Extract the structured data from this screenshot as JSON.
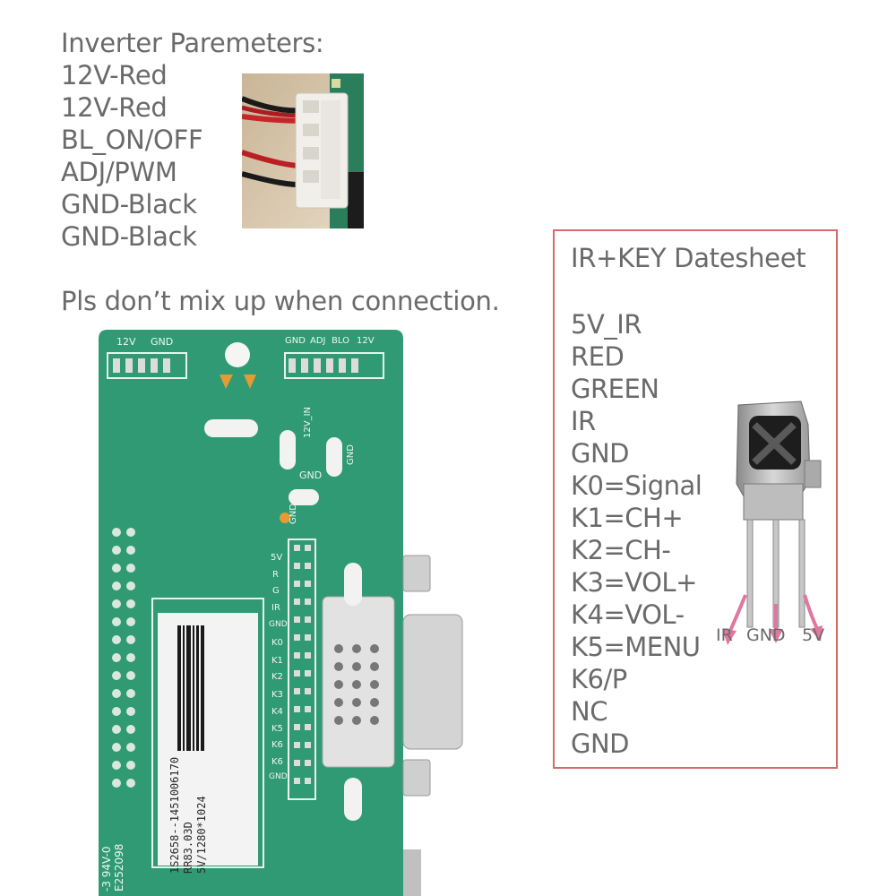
{
  "inverter": {
    "title": "Inverter Paremeters:",
    "pins": [
      "12V-Red",
      "12V-Red",
      "BL_ON/OFF",
      "ADJ/PWM",
      "GND-Black",
      "GND-Black"
    ]
  },
  "note": "Pls don’t mix up when connection.",
  "board": {
    "top_left_labels": [
      "12V",
      "GND"
    ],
    "top_right_labels": [
      "GND",
      "ADJ",
      "BLO",
      "12V"
    ],
    "mid_labels": [
      "12V",
      "12V_IN",
      "GND",
      "GND",
      "GND"
    ],
    "key_header_labels": [
      "5V",
      "R",
      "G",
      "IR",
      "GND",
      "K0",
      "K1",
      "K2",
      "K3",
      "K4",
      "K5",
      "K6",
      "K6",
      "GND"
    ],
    "sticker": [
      "1S2658--1451006170",
      "RR83.03D",
      "5V/1280*1024"
    ],
    "bottom_left": [
      "-3 94V-0",
      "E252098"
    ]
  },
  "datasheet": {
    "title": "IR+KEY Datesheet",
    "pins": [
      "5V_IR",
      "RED",
      "GREEN",
      "IR",
      "GND",
      "K0=Signal",
      "K1=CH+",
      "K2=CH-",
      "K3=VOL+",
      "K4=VOL-",
      "K5=MENU",
      "K6/P",
      "NC",
      "GND"
    ],
    "receiver_labels": [
      "IR",
      "GND",
      "5V"
    ]
  },
  "colors": {
    "pcb_green": "#2f9a73",
    "frame_red": "#d46a6a",
    "arrow_pink": "#e0779e",
    "text_gray": "#6a6a6a"
  }
}
